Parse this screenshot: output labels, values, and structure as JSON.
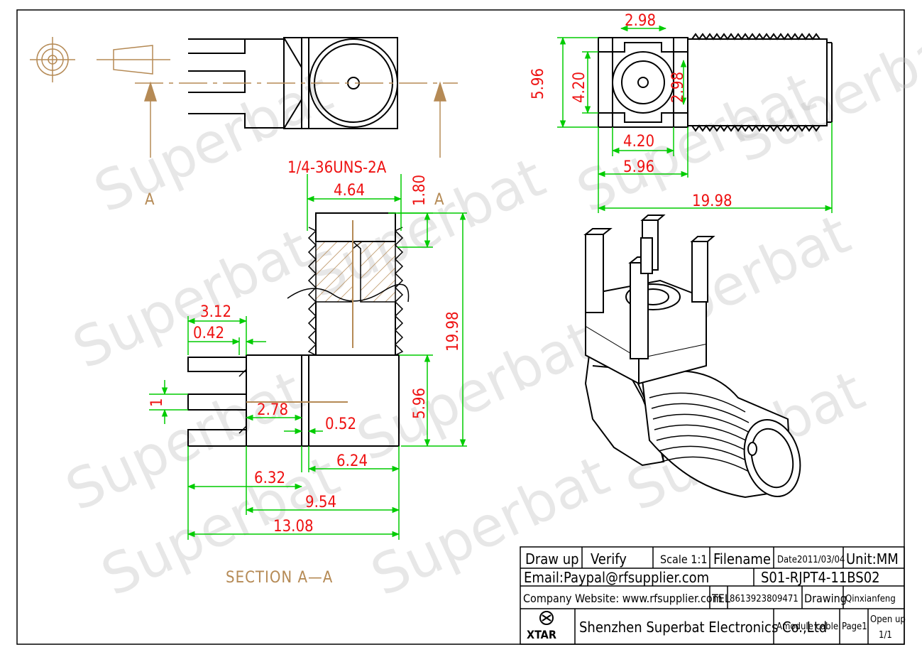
{
  "drawing": {
    "watermark": "Superbat",
    "section_letter": "A",
    "section_title": "SECTION A—A",
    "thread_spec": "1/4-36UNS-2A",
    "dims_side": {
      "d464": "4.64",
      "d180": "1.80",
      "d1998": "19.98",
      "d312": "3.12",
      "d042": "0.42",
      "d596": "5.96",
      "d1": "1",
      "d278": "2.78",
      "d052": "0.52",
      "d624": "6.24",
      "d632": "6.32",
      "d954": "9.54",
      "d1308": "13.08"
    },
    "dims_top": {
      "d298a": "2.98",
      "d596v": "5.96",
      "d420v": "4.20",
      "d298b": "2.98",
      "d420h": "4.20",
      "d596h": "5.96",
      "d1998h": "19.98"
    }
  },
  "title_block": {
    "draw_up": "Draw up",
    "verify": "Verify",
    "scale": "Scale 1:1",
    "filename": "Filename",
    "date": "Date2011/03/04",
    "unit": "Unit:MM",
    "email": "Email:Paypal@rfsupplier.com",
    "part_number": "S01-RJPT4-11BS02",
    "website": "Company Website:  www.rfsupplier.com",
    "tel_label": "TEL",
    "tel": "8613923809471",
    "drawing_label": "Drawing",
    "drawer": "Qinxianfeng",
    "logo_text": "XTAR",
    "company": "Shenzhen Superbat Electronics Co.,Ltd",
    "module": "Amodule cable",
    "page": "Page1",
    "open_up": "Open up",
    "sheets": "1/1"
  }
}
